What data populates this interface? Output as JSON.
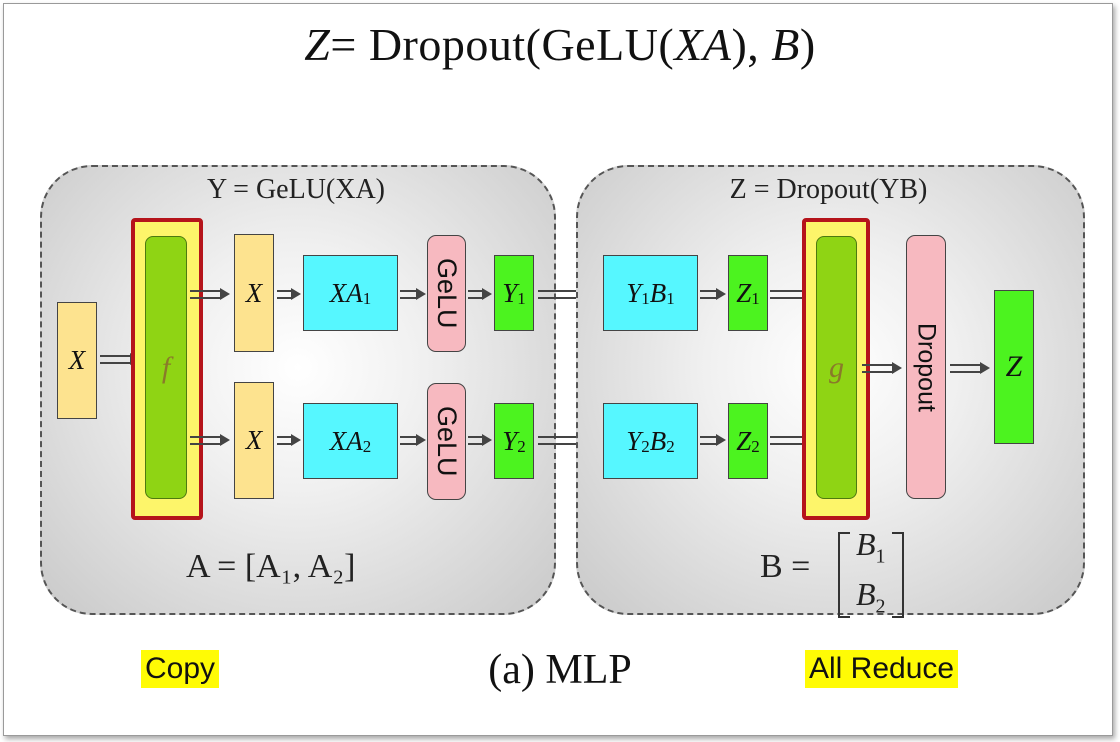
{
  "title": {
    "z": "Z",
    "eq": "= Dropout(GeLU(",
    "xa": "XA",
    "mid": "), ",
    "b": "B",
    "end": ")"
  },
  "left_panel": {
    "label": "Y = GeLU(XA)",
    "input": "X",
    "f_label": "f",
    "rows": [
      {
        "x": "X",
        "xa": "XA",
        "xa_sub": "1",
        "gelu": "GeLU",
        "y": "Y",
        "y_sub": "1"
      },
      {
        "x": "X",
        "xa": "XA",
        "xa_sub": "2",
        "gelu": "GeLU",
        "y": "Y",
        "y_sub": "2"
      }
    ],
    "equation": "A = [A₁, A₂]"
  },
  "right_panel": {
    "label": "Z = Dropout(YB)",
    "rows": [
      {
        "yb": "Y",
        "yb_a": "1",
        "yb_b": "B",
        "yb_c": "1",
        "z": "Z",
        "z_sub": "1"
      },
      {
        "yb": "Y",
        "yb_a": "2",
        "yb_b": "B",
        "yb_c": "2",
        "z": "Z",
        "z_sub": "2"
      }
    ],
    "g_label": "g",
    "dropout": "Dropout",
    "output": "Z",
    "equation_lhs": "B =",
    "matrix": [
      {
        "b": "B",
        "sub": "1"
      },
      {
        "b": "B",
        "sub": "2"
      }
    ]
  },
  "tags": {
    "copy": "Copy",
    "all_reduce": "All Reduce"
  },
  "caption": "(a) MLP",
  "colors": {
    "input_box": "#fde38f",
    "matmul_box": "#56f7ff",
    "output_box": "#4cf31f",
    "gelu_box": "#f7b9c0",
    "highlight": "#fdf56a",
    "highlight_border": "#b5141b",
    "tag_bg": "#fffb05"
  }
}
